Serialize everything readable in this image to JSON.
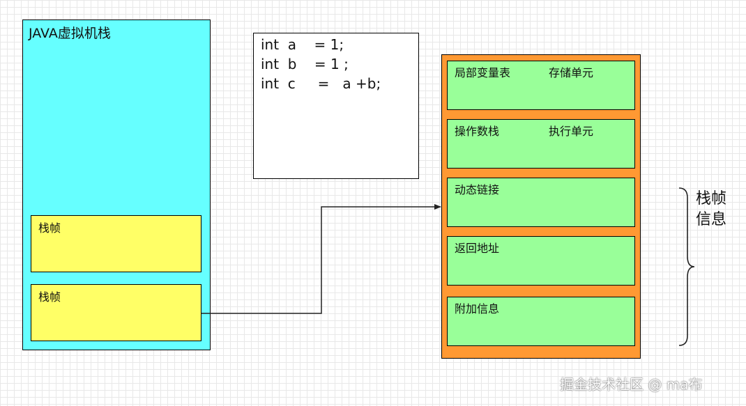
{
  "jvm_stack": {
    "title": "JAVA虚拟机栈",
    "frames": [
      "栈帧",
      "栈帧"
    ],
    "color": "#66ffff",
    "frame_color": "#ffff66"
  },
  "code_block": {
    "lines": [
      "int  a    = 1;",
      "int  b    = 1 ;",
      "int  c     =   a +b;"
    ]
  },
  "stack_frame_detail": {
    "color": "#ff9933",
    "slot_color": "#99ff99",
    "slots": [
      {
        "name": "局部变量表",
        "desc": "存储单元"
      },
      {
        "name": "操作数栈",
        "desc": "执行单元"
      },
      {
        "name": "动态链接",
        "desc": ""
      },
      {
        "name": "返回地址",
        "desc": ""
      },
      {
        "name": "附加信息",
        "desc": ""
      }
    ]
  },
  "brace_label": {
    "line1": "栈帧",
    "line2": "信息"
  },
  "watermark": "掘金技术社区 @ ma布"
}
